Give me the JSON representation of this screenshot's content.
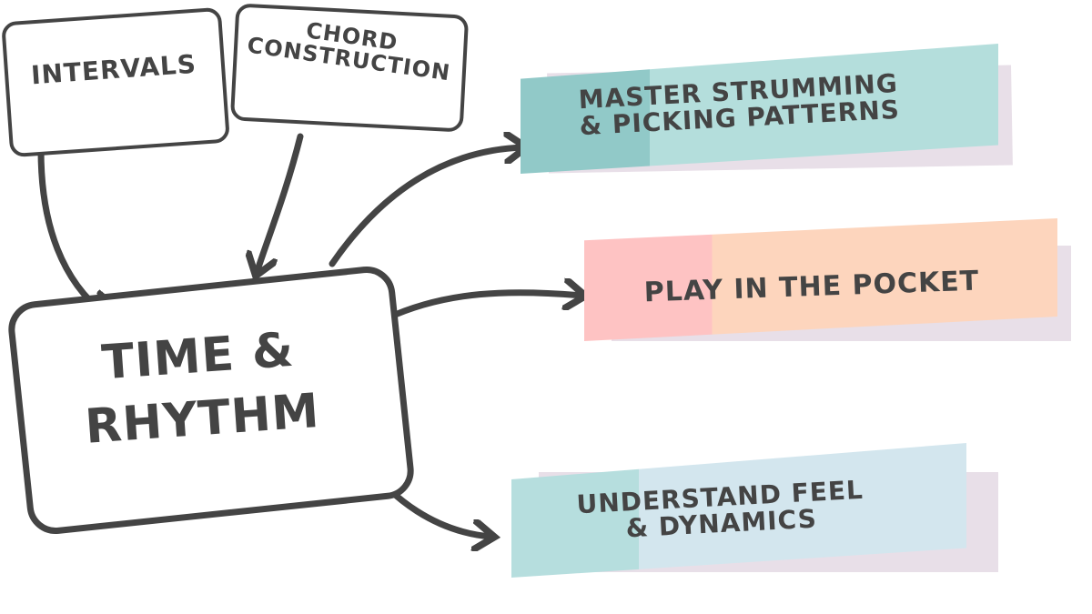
{
  "nodes": {
    "intervals": "Intervals",
    "chord_construction": "Chord Construction",
    "time_rhythm_line1": "Time &",
    "time_rhythm_line2": "Rhythm"
  },
  "outcomes": [
    {
      "line1": "Master Strumming",
      "line2": "& Picking Patterns",
      "color": "#b4dedc",
      "edge": "#91c9c8"
    },
    {
      "line1": "Play in the Pocket",
      "line2": "",
      "color": "#fdd5bd",
      "edge": "#fec3c3"
    },
    {
      "line1": "Understand Feel",
      "line2": "& Dynamics",
      "color": "#d3e6ee",
      "edge": "#b6dede"
    }
  ],
  "colors": {
    "ink": "#444444",
    "shadow": "#e8dfe8"
  }
}
